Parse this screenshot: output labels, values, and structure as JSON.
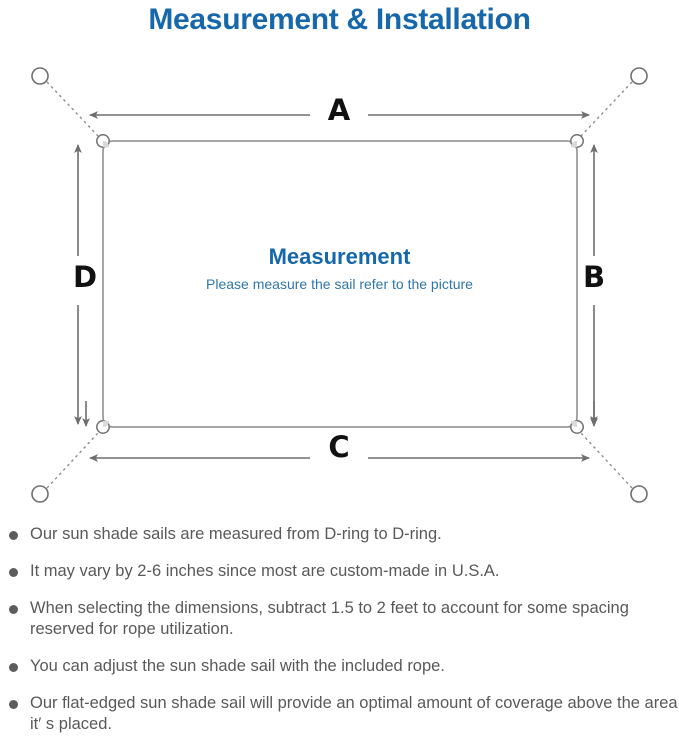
{
  "page": {
    "title": "Measurement & Installation",
    "title_color": "#1668ab",
    "background": "#ffffff"
  },
  "diagram": {
    "name": "sun-shade-sail-measurement-diagram",
    "center_title": "Measurement",
    "center_subtitle": "Please measure the sail refer to the picture",
    "center_title_color": "#1668ab",
    "center_subtitle_color": "#2f77ab",
    "line_color": "#7a7a7a",
    "rope_color": "#8a8a8a",
    "dimension_labels": {
      "top": "A",
      "right": "B",
      "bottom": "C",
      "left": "D"
    },
    "anchor_ring_count": 4,
    "d_ring_count": 4
  },
  "notes": [
    {
      "text": "Our sun shade sails are measured from D-ring to D-ring."
    },
    {
      "text": "It may vary by 2-6 inches since most are custom-made in U.S.A."
    },
    {
      "text": "When selecting the dimensions, subtract 1.5 to 2 feet to account for some spacing reserved for rope utilization."
    },
    {
      "text": "You can adjust the sun shade sail with the included rope."
    },
    {
      "text": "Our flat-edged sun shade sail will provide an optimal amount of coverage above the area it′ s placed."
    }
  ]
}
